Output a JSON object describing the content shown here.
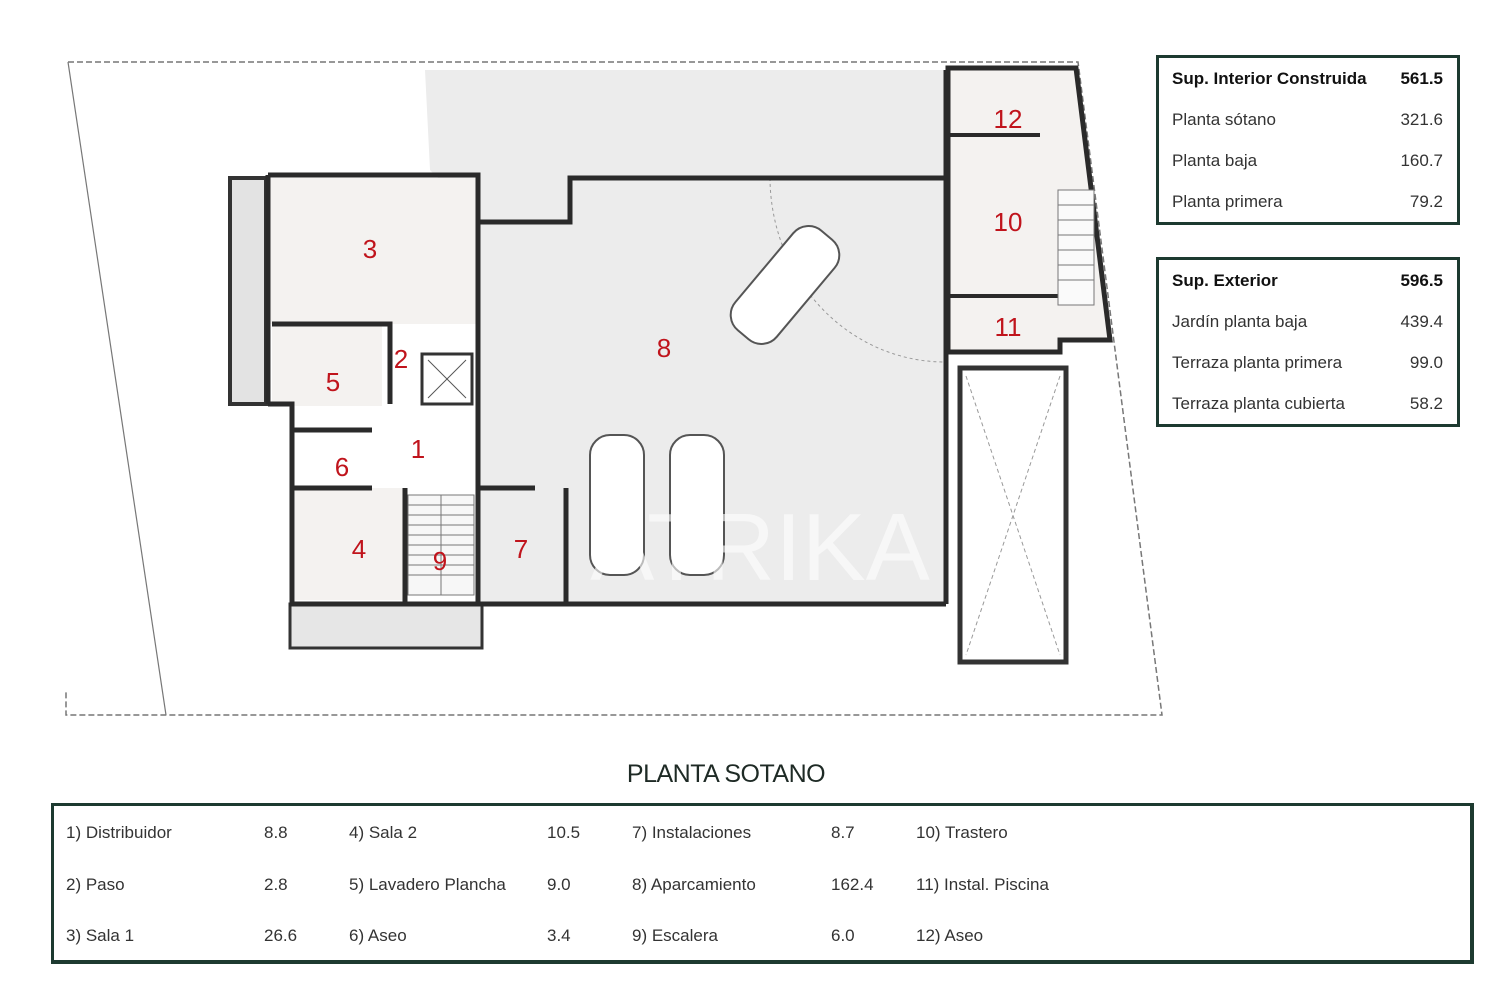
{
  "watermark": "ATRIKA",
  "plan": {
    "room_numbers": [
      "1",
      "2",
      "3",
      "4",
      "5",
      "6",
      "7",
      "8",
      "9",
      "10",
      "11",
      "12"
    ],
    "label_color": "#c0141c"
  },
  "interior": {
    "title": "Sup. Interior Construida",
    "total": "561.5",
    "rows": [
      {
        "label": "Planta sótano",
        "value": "321.6"
      },
      {
        "label": "Planta baja",
        "value": "160.7"
      },
      {
        "label": "Planta primera",
        "value": "79.2"
      }
    ]
  },
  "exterior": {
    "title": "Sup. Exterior",
    "total": "596.5",
    "rows": [
      {
        "label": "Jardín planta baja",
        "value": "439.4"
      },
      {
        "label": "Terraza planta primera",
        "value": "99.0"
      },
      {
        "label": "Terraza planta cubierta",
        "value": "58.2"
      }
    ]
  },
  "plan_title": "PLANTA SOTANO",
  "rooms": [
    {
      "label": "1) Distribuidor",
      "value": "8.8"
    },
    {
      "label": "2) Paso",
      "value": "2.8"
    },
    {
      "label": "3) Sala 1",
      "value": "26.6"
    },
    {
      "label": "4) Sala 2",
      "value": "10.5"
    },
    {
      "label": "5) Lavadero Plancha",
      "value": "9.0"
    },
    {
      "label": "6) Aseo",
      "value": "3.4"
    },
    {
      "label": "7) Instalaciones",
      "value": "8.7"
    },
    {
      "label": "8) Aparcamiento",
      "value": "162.4"
    },
    {
      "label": "9) Escalera",
      "value": "6.0"
    },
    {
      "label": "10) Trastero",
      "value": ""
    },
    {
      "label": "11) Instal. Piscina",
      "value": ""
    },
    {
      "label": "12) Aseo",
      "value": ""
    }
  ]
}
